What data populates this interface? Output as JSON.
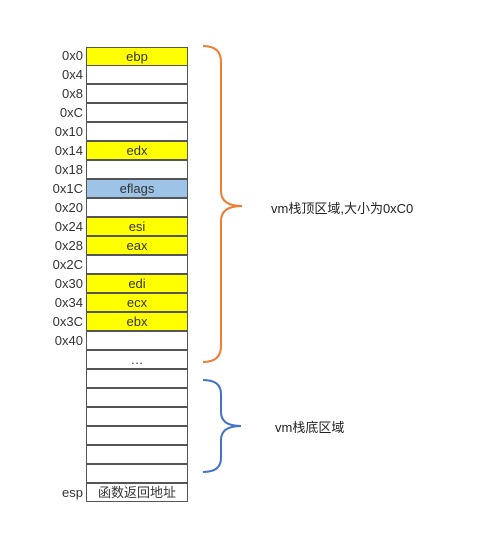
{
  "stack_rows": [
    {
      "offset": "0x0",
      "label": "ebp",
      "fill": "yellow"
    },
    {
      "offset": "0x4",
      "label": "",
      "fill": "white"
    },
    {
      "offset": "0x8",
      "label": "",
      "fill": "white"
    },
    {
      "offset": "0xC",
      "label": "",
      "fill": "white"
    },
    {
      "offset": "0x10",
      "label": "",
      "fill": "white"
    },
    {
      "offset": "0x14",
      "label": "edx",
      "fill": "yellow"
    },
    {
      "offset": "0x18",
      "label": "",
      "fill": "white"
    },
    {
      "offset": "0x1C",
      "label": "eflags",
      "fill": "blue"
    },
    {
      "offset": "0x20",
      "label": "",
      "fill": "white"
    },
    {
      "offset": "0x24",
      "label": "esi",
      "fill": "yellow"
    },
    {
      "offset": "0x28",
      "label": "eax",
      "fill": "yellow"
    },
    {
      "offset": "0x2C",
      "label": "",
      "fill": "white"
    },
    {
      "offset": "0x30",
      "label": "edi",
      "fill": "yellow"
    },
    {
      "offset": "0x34",
      "label": "ecx",
      "fill": "yellow"
    },
    {
      "offset": "0x3C",
      "label": "ebx",
      "fill": "yellow"
    },
    {
      "offset": "0x40",
      "label": "",
      "fill": "white"
    },
    {
      "offset": "",
      "label": "…",
      "fill": "white"
    },
    {
      "offset": "",
      "label": "",
      "fill": "white"
    },
    {
      "offset": "",
      "label": "",
      "fill": "white"
    },
    {
      "offset": "",
      "label": "",
      "fill": "white"
    },
    {
      "offset": "",
      "label": "",
      "fill": "white"
    },
    {
      "offset": "",
      "label": "",
      "fill": "white"
    },
    {
      "offset": "",
      "label": "",
      "fill": "white"
    },
    {
      "offset": "esp",
      "label": "函数返回地址",
      "fill": "white"
    }
  ],
  "brackets": {
    "top_label": "vm栈顶区域,大小为0xC0",
    "top_color": "#ed7d31",
    "bottom_label": "vm栈底区域",
    "bottom_color": "#4472c4"
  },
  "colors": {
    "yellow": "#ffff00",
    "blue": "#9dc3e6",
    "white": "#ffffff"
  }
}
